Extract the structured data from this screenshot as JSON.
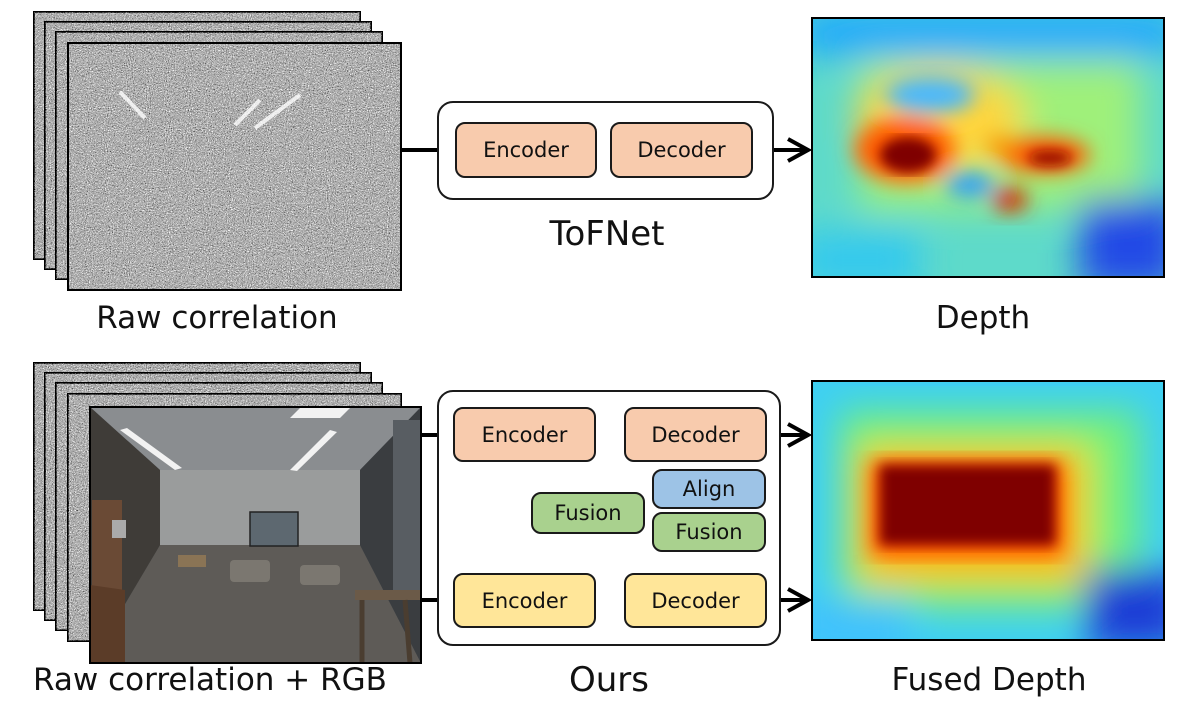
{
  "labels": {
    "raw_correlation": "Raw correlation",
    "tofnet": "ToFNet",
    "depth": "Depth",
    "raw_correlation_rgb": "Raw correlation + RGB",
    "ours": "Ours",
    "fused_depth": "Fused Depth"
  },
  "top_network": {
    "encoder": "Encoder",
    "decoder": "Decoder"
  },
  "bottom_network": {
    "tof_encoder": "Encoder",
    "tof_decoder": "Decoder",
    "rgb_encoder": "Encoder",
    "rgb_decoder": "Decoder",
    "fusion_left": "Fusion",
    "align": "Align",
    "fusion_right": "Fusion"
  },
  "colors": {
    "tof_block": "#f8cbad",
    "rgb_block": "#ffe699",
    "fusion_block": "#a9d18e",
    "align_block": "#9dc3e6",
    "depth_red": "#7f0000",
    "depth_blue": "#1f3cd6"
  }
}
